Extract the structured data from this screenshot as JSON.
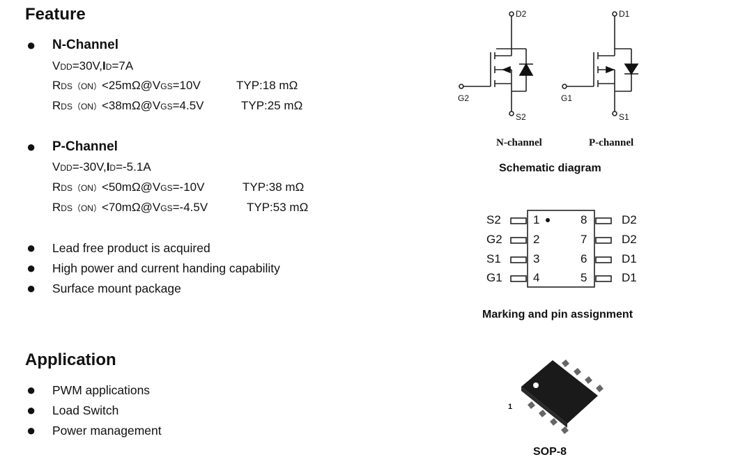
{
  "feature": {
    "title": "Feature",
    "nchannel": {
      "label": "N-Channel",
      "vdd": {
        "v": "V",
        "v_sub": "DD",
        "mid": "=30V,",
        "i": "I",
        "i_sub": "D",
        "end": "=7A"
      },
      "r1": {
        "r": "R",
        "r_sub": "DS（ON）",
        "cond": "<25mΩ@V",
        "v_sub": "GS",
        "vval": "=10V",
        "typ": "TYP:18 mΩ"
      },
      "r2": {
        "r": "R",
        "r_sub": "DS（ON）",
        "cond": "<38mΩ@V",
        "v_sub": "GS",
        "vval": "=4.5V",
        "typ": "TYP:25 mΩ"
      }
    },
    "pchannel": {
      "label": "P-Channel",
      "vdd": {
        "v": "V",
        "v_sub": "DD",
        "mid": "=-30V,",
        "i": "I",
        "i_sub": "D",
        "end": "=-5.1A"
      },
      "r1": {
        "r": "R",
        "r_sub": "DS（ON）",
        "cond": "<50mΩ@V",
        "v_sub": "GS",
        "vval": "=-10V",
        "typ": "TYP:38 mΩ"
      },
      "r2": {
        "r": "R",
        "r_sub": "DS（ON）",
        "cond": "<70mΩ@V",
        "v_sub": "GS",
        "vval": "=-4.5V",
        "typ": "TYP:53 mΩ"
      }
    },
    "items": [
      "Lead free product is acquired",
      "High power and current handing capability",
      "Surface mount package"
    ]
  },
  "application": {
    "title": "Application",
    "items": [
      "PWM applications",
      "Load Switch",
      "Power management"
    ]
  },
  "schematic": {
    "n_labels": {
      "drain": "D2",
      "gate": "G2",
      "source": "S2"
    },
    "p_labels": {
      "drain": "D1",
      "gate": "G1",
      "source": "S1"
    },
    "n_caption": "N-channel",
    "p_caption": "P-channel",
    "title": "Schematic diagram"
  },
  "pinout": {
    "left": [
      {
        "name": "S2",
        "num": "1"
      },
      {
        "name": "G2",
        "num": "2"
      },
      {
        "name": "S1",
        "num": "3"
      },
      {
        "name": "G1",
        "num": "4"
      }
    ],
    "right": [
      {
        "name": "D2",
        "num": "8"
      },
      {
        "name": "D2",
        "num": "7"
      },
      {
        "name": "D1",
        "num": "6"
      },
      {
        "name": "D1",
        "num": "5"
      }
    ],
    "title": "Marking and pin assignment"
  },
  "package": {
    "pin1_label": "1",
    "title": "SOP-8"
  }
}
